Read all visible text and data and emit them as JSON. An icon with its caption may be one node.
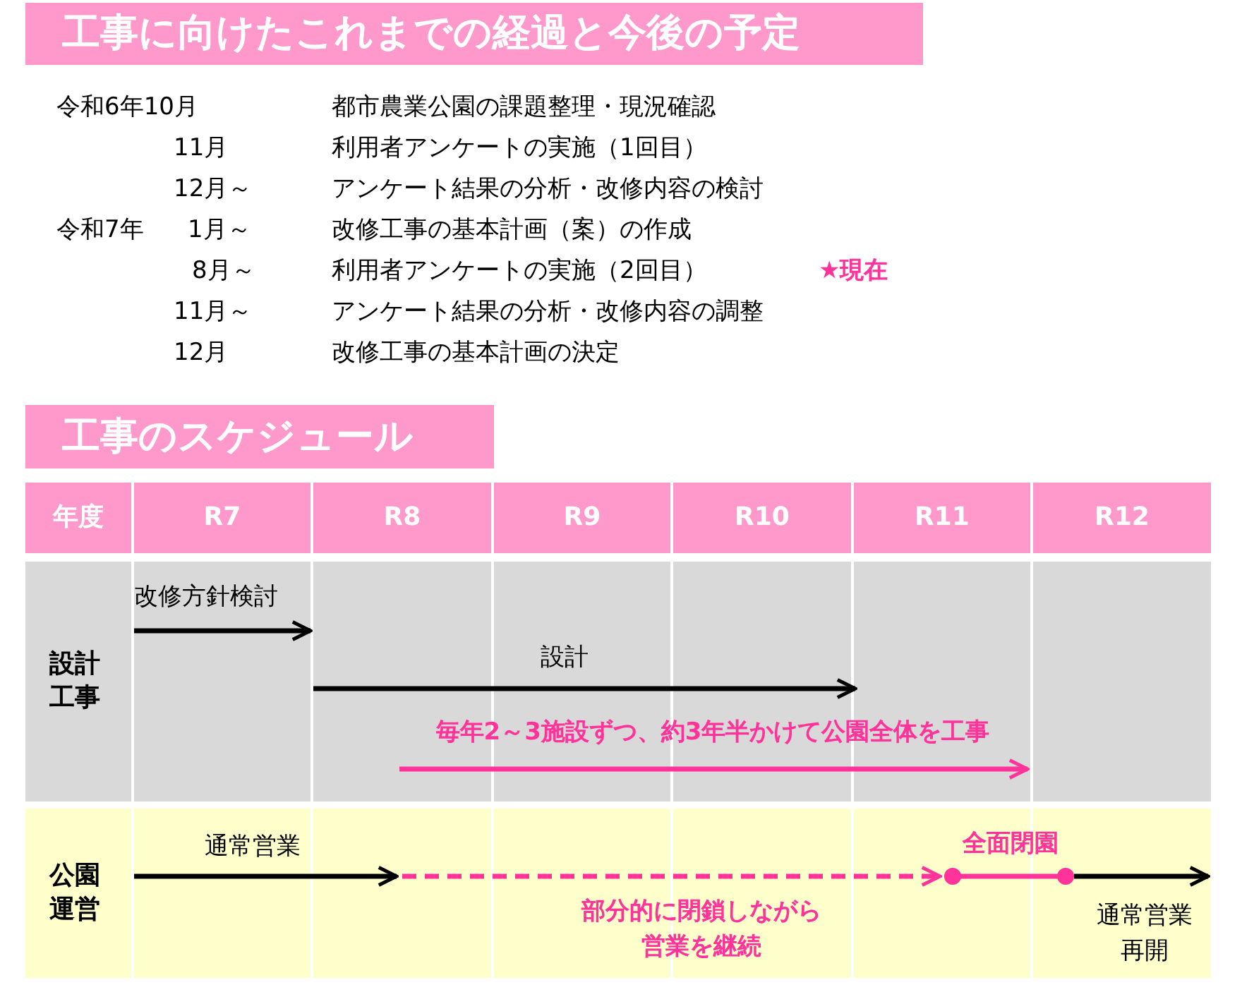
{
  "diagram": {
    "title": "工事に向けたこれまでの経過と今後の予定",
    "nodes": [
      {
        "text": [
          "年度"
        ]
      },
      {
        "text": [
          "R7"
        ]
      },
      {
        "text": [
          "R8"
        ]
      },
      {
        "text": [
          "R9"
        ]
      },
      {
        "text": [
          "R10"
        ]
      },
      {
        "text": [
          "R11"
        ]
      },
      {
        "text": [
          "R12"
        ]
      },
      {
        "text": [
          "設計工事"
        ]
      },
      {
        "text": [
          "公園運営"
        ]
      }
    ],
    "labels": [
      "工事のスケジュール",
      "令和6年10月",
      "都市農業公園の課題整理・現況確認",
      "11月",
      "利用者アンケートの実施（1回目）",
      "12月～",
      "アンケート結果の分析・改修内容の検討",
      "令和7年",
      "1月～",
      "改修工事の基本計画（案）の作成",
      "8月～",
      "利用者アンケートの実施（2回目）",
      "★現在",
      "11月～",
      "アンケート結果の分析・改修内容の調整",
      "12月",
      "改修工事の基本計画の決定",
      "改修方針検討",
      "設計",
      "毎年2～3施設ずつ、約3年半かけて公園全体を工事",
      "通常営業",
      "全面閉園",
      "部分的に閉鎖しながら営業を継続",
      "通常営業再開"
    ]
  }
}
